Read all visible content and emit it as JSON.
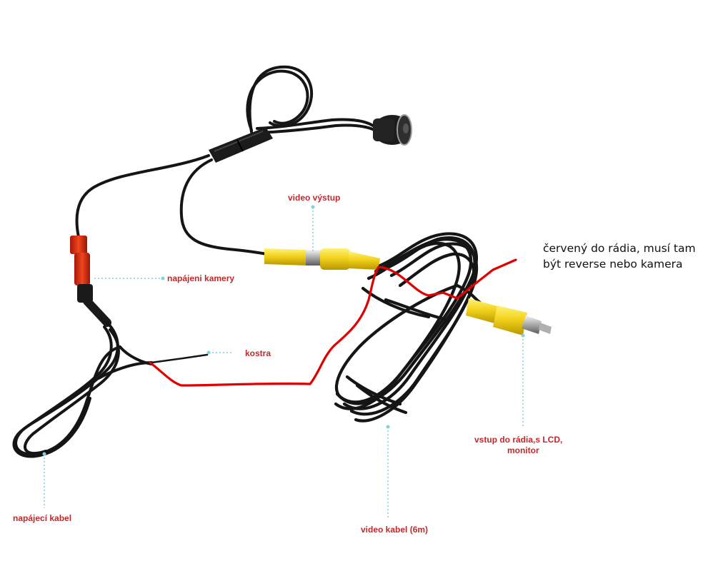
{
  "colors": {
    "cable": "#151515",
    "rca_yellow": "#f3d21c",
    "power_red": "#e0321c",
    "annotation_red": "#e00000",
    "leader": "#7fd3dc",
    "label_text": "#c0282d"
  },
  "labels": {
    "video_output": "video výstup",
    "camera_power": "napájeni kamery",
    "ground": "kostra",
    "power_cable": "napájecí kabel",
    "video_cable": "video kabel (6m)",
    "radio_input_line1": "vstup do rádia,s LCD,",
    "radio_input_line2": "monitor"
  },
  "annotation": {
    "line1": "červený do rádia, musí tam",
    "line2": "být reverse nebo kamera"
  }
}
